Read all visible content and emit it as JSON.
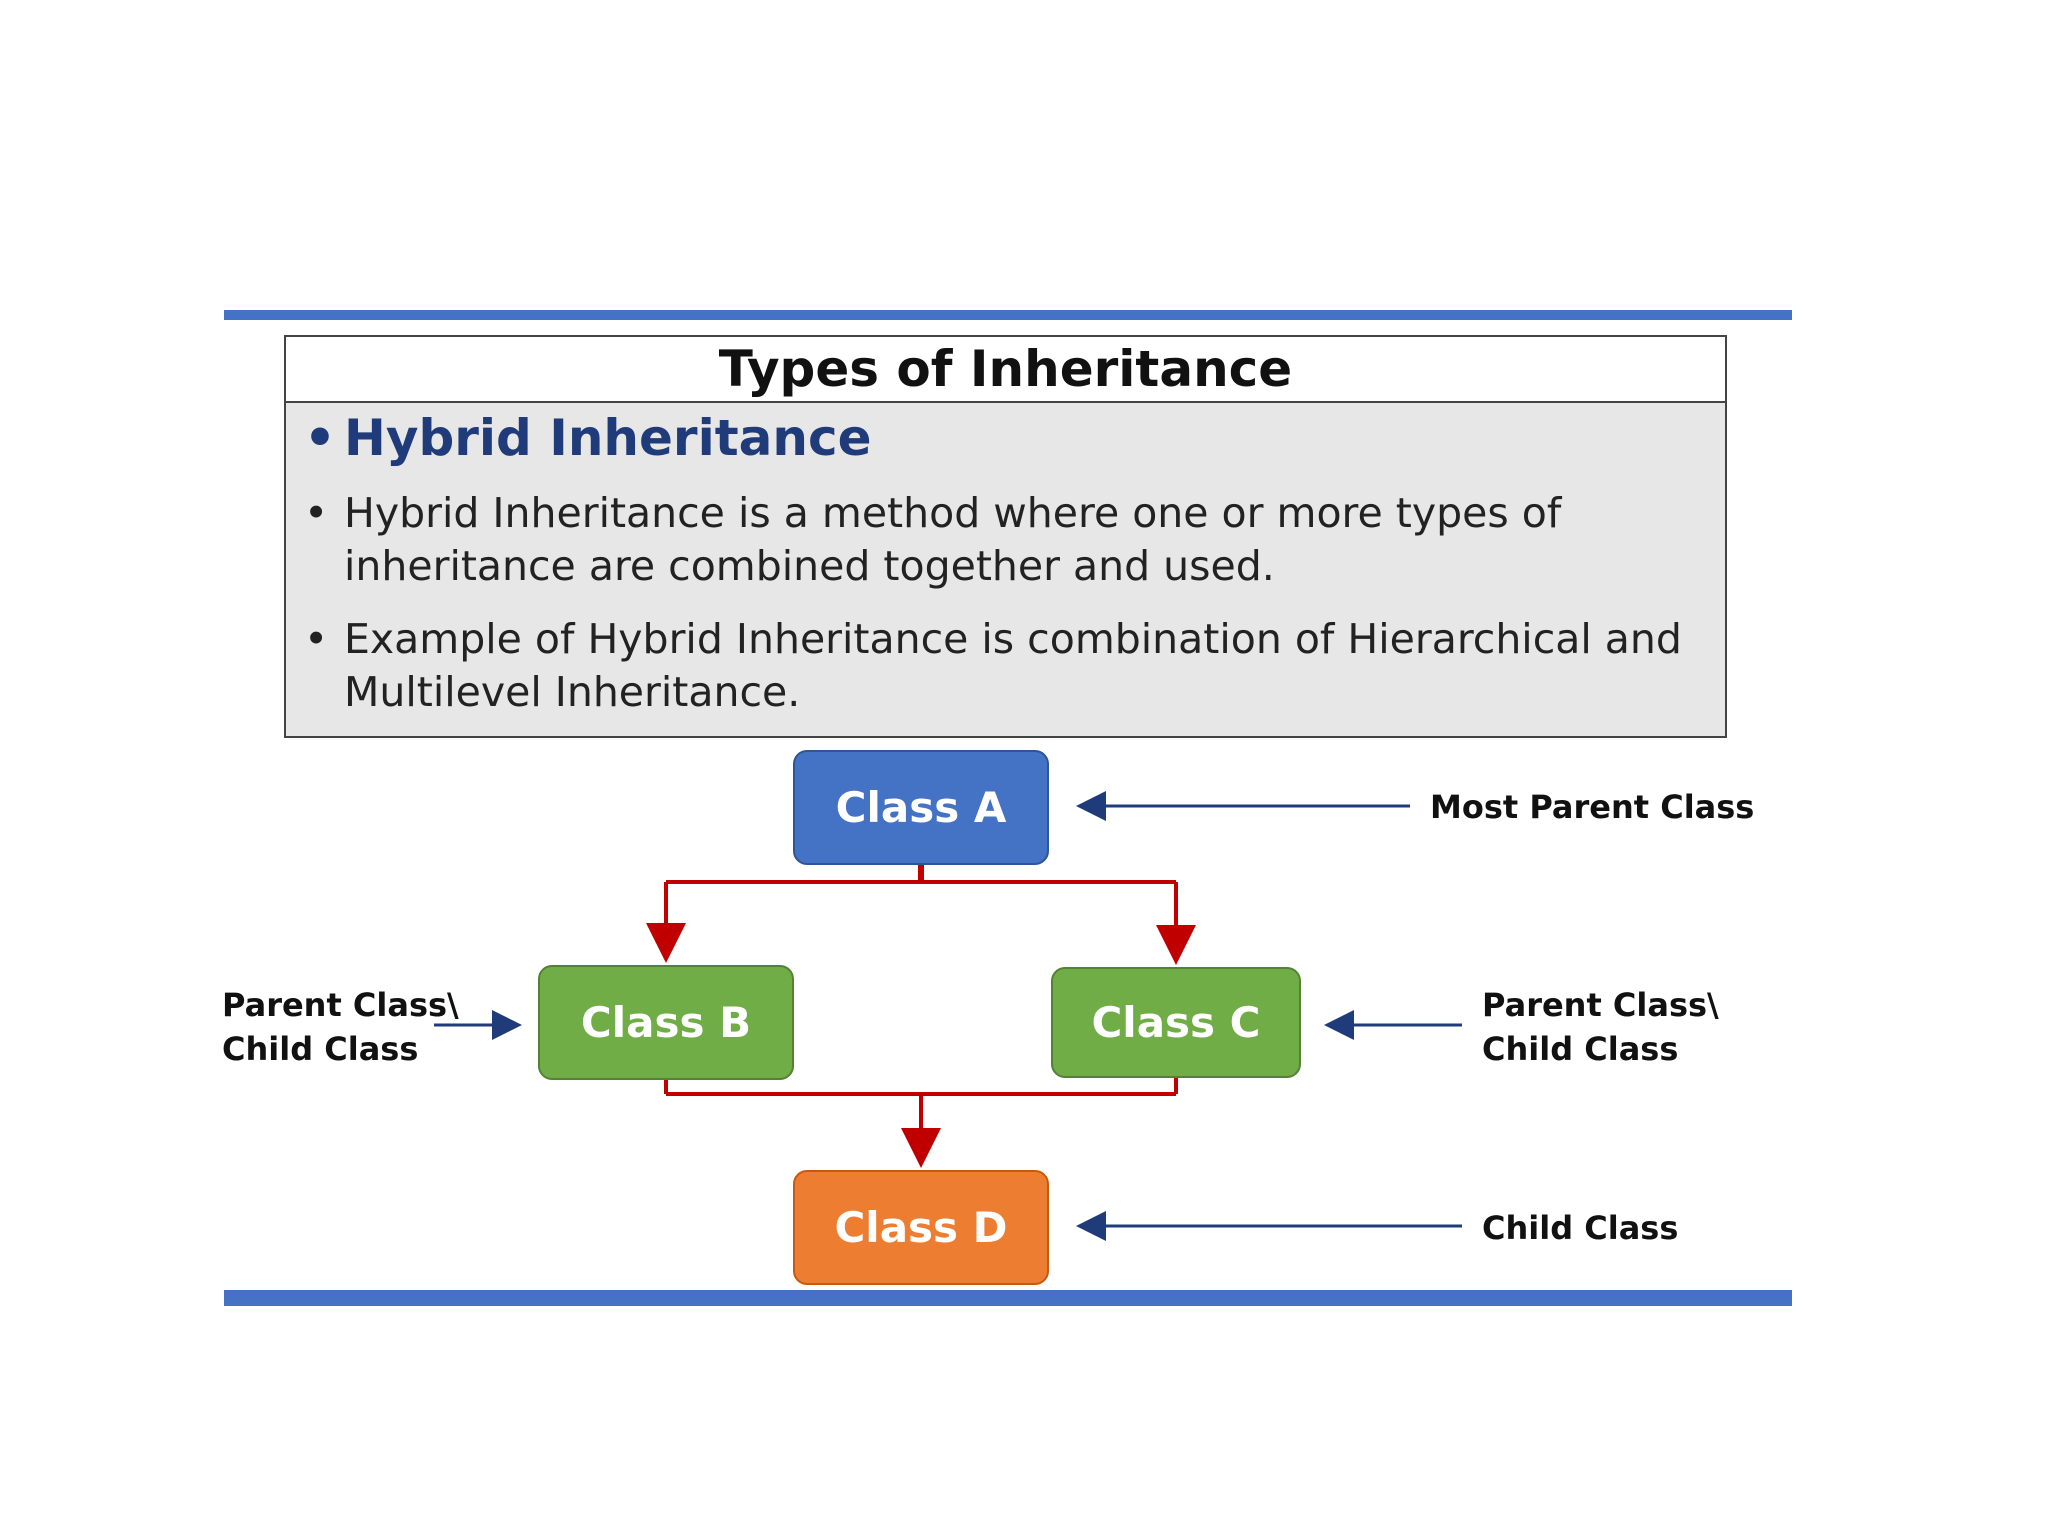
{
  "slide": {
    "title": "Types of Inheritance",
    "heading": "Hybrid Inheritance",
    "points": [
      "Hybrid Inheritance is a method where one or more types of inheritance are combined together and used.",
      "Example of Hybrid Inheritance is combination of Hierarchical and Multilevel Inheritance."
    ],
    "bullet_char": "•"
  },
  "diagram": {
    "nodes": {
      "a": "Class A",
      "b": "Class B",
      "c": "Class C",
      "d": "Class D"
    },
    "labels": {
      "most_parent": "Most Parent Class",
      "left_parent_child": "Parent Class\\\nChild Class",
      "right_parent_child": "Parent Class\\\nChild Class",
      "child": "Child Class"
    },
    "colors": {
      "class_a": "#4472c4",
      "class_bc": "#70ad47",
      "class_d": "#ed7d31",
      "connector": "#c00000",
      "pointer_arrow": "#1f3b7a",
      "band": "#4472c4"
    }
  }
}
